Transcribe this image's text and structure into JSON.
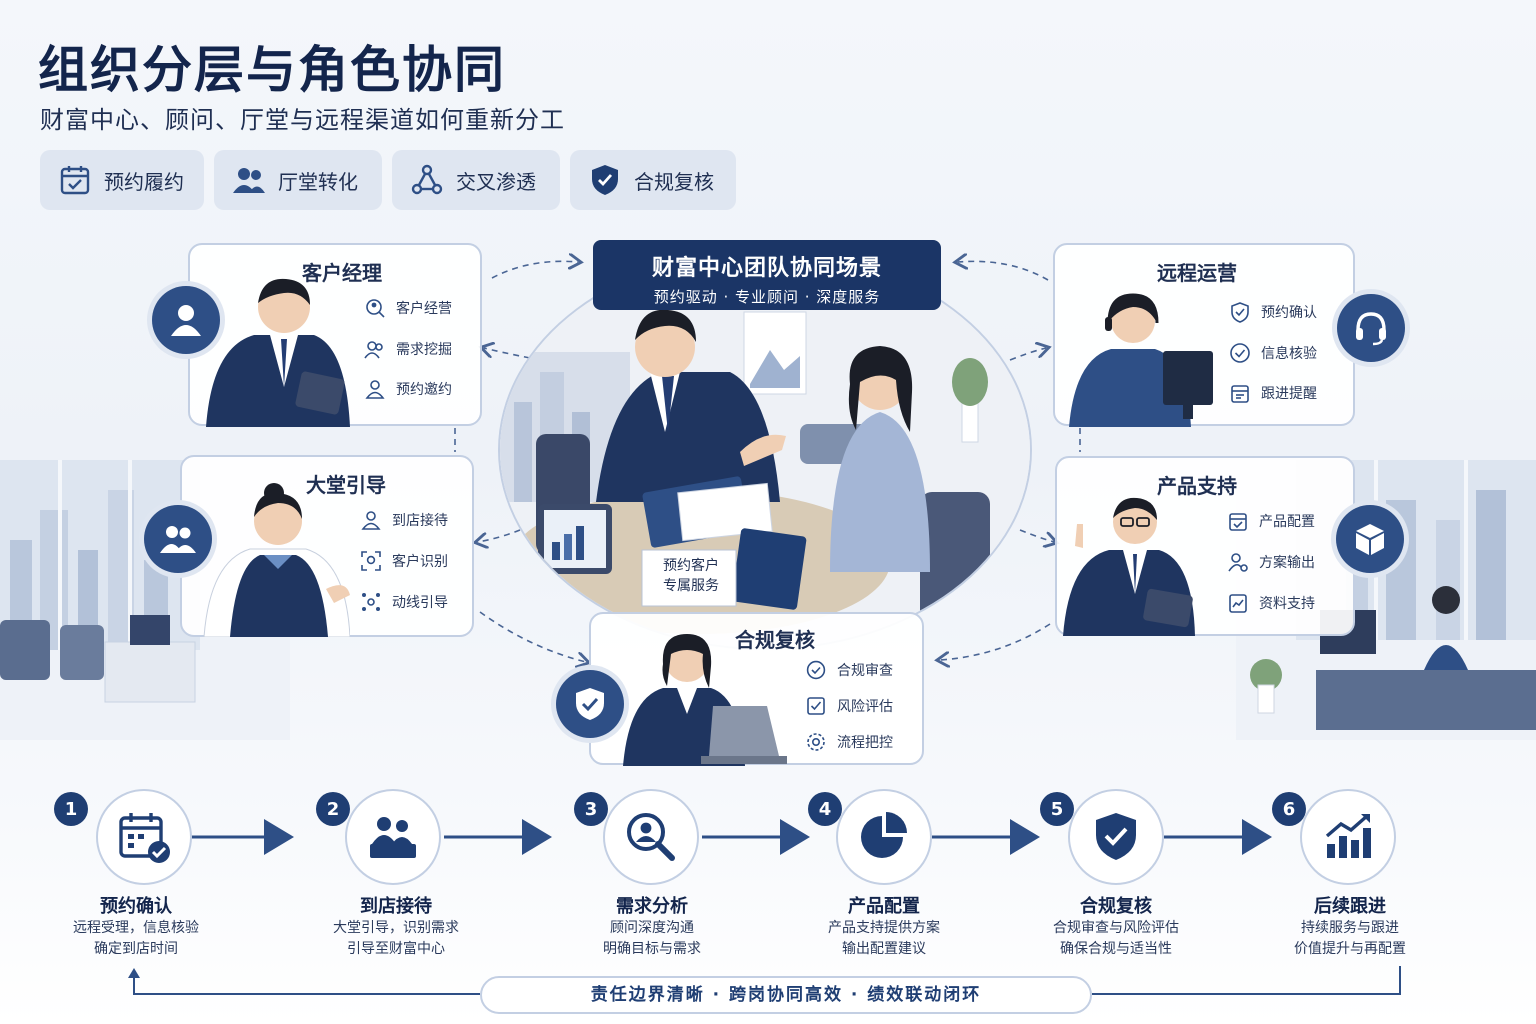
{
  "header": {
    "title": "组织分层与角色协同",
    "subtitle": "财富中心、顾问、厅堂与远程渠道如何重新分工"
  },
  "tags": [
    {
      "label": "预约履约",
      "icon": "calendar-check-icon"
    },
    {
      "label": "厅堂转化",
      "icon": "users-icon"
    },
    {
      "label": "交叉渗透",
      "icon": "network-icon"
    },
    {
      "label": "合规复核",
      "icon": "shield-check-icon"
    }
  ],
  "center": {
    "title": "财富中心团队协同场景",
    "subtitle": "预约驱动 · 专业顾问 · 深度服务",
    "table_sign_line1": "预约客户",
    "table_sign_line2": "专属服务"
  },
  "roles": {
    "account_manager": {
      "title": "客户经理",
      "icon": "user-icon",
      "duties": [
        "客户经营",
        "需求挖掘",
        "预约邀约"
      ]
    },
    "lobby_guide": {
      "title": "大堂引导",
      "icon": "group-icon",
      "duties": [
        "到店接待",
        "客户识别",
        "动线引导"
      ]
    },
    "remote_ops": {
      "title": "远程运营",
      "icon": "headset-icon",
      "duties": [
        "预约确认",
        "信息核验",
        "跟进提醒"
      ]
    },
    "product_support": {
      "title": "产品支持",
      "icon": "cube-icon",
      "duties": [
        "产品配置",
        "方案输出",
        "资料支持"
      ]
    },
    "compliance": {
      "title": "合规复核",
      "icon": "shield-check-icon",
      "duties": [
        "合规审查",
        "风险评估",
        "流程把控"
      ]
    }
  },
  "steps": [
    {
      "num": "1",
      "title": "预约确认",
      "desc1": "远程受理，信息核验",
      "desc2": "确定到店时间",
      "icon": "calendar-check-icon"
    },
    {
      "num": "2",
      "title": "到店接待",
      "desc1": "大堂引导，识别需求",
      "desc2": "引导至财富中心",
      "icon": "reception-icon"
    },
    {
      "num": "3",
      "title": "需求分析",
      "desc1": "顾问深度沟通",
      "desc2": "明确目标与需求",
      "icon": "search-user-icon"
    },
    {
      "num": "4",
      "title": "产品配置",
      "desc1": "产品支持提供方案",
      "desc2": "输出配置建议",
      "icon": "pie-chart-icon"
    },
    {
      "num": "5",
      "title": "合规复核",
      "desc1": "合规审查与风险评估",
      "desc2": "确保合规与适当性",
      "icon": "shield-check-icon"
    },
    {
      "num": "6",
      "title": "后续跟进",
      "desc1": "持续服务与跟进",
      "desc2": "价值提升与再配置",
      "icon": "growth-chart-icon"
    }
  ],
  "footer": {
    "banner": "责任边界清晰 · 跨岗协同高效 · 绩效联动闭环"
  },
  "colors": {
    "navy": "#1b3566",
    "accent": "#2e4f86",
    "border": "#c3cfe3",
    "tag_bg": "#dfe6f1"
  }
}
